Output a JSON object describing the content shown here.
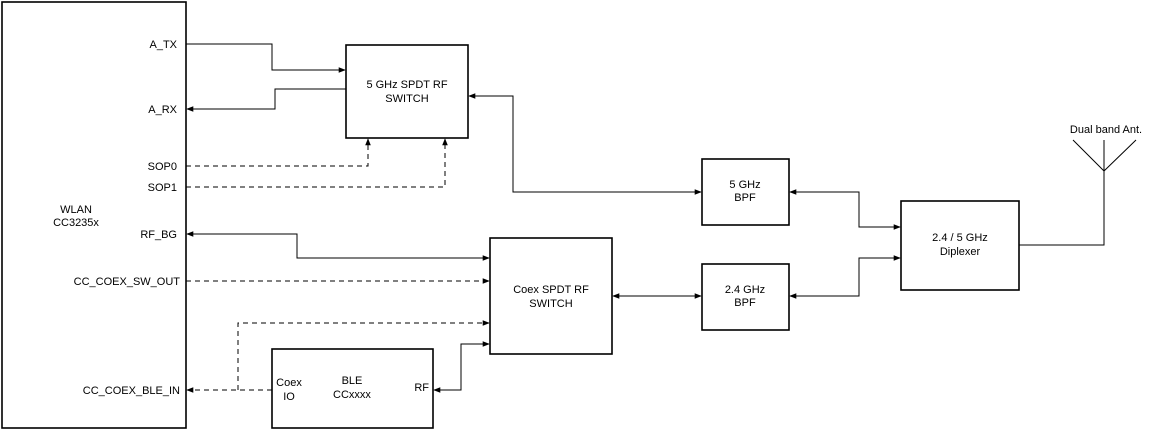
{
  "wlan": {
    "title_line1": "WLAN",
    "title_line2": "CC3235x",
    "pins": {
      "a_tx": "A_TX",
      "a_rx": "A_RX",
      "sop0": "SOP0",
      "sop1": "SOP1",
      "rf_bg": "RF_BG",
      "cc_coex_sw_out": "CC_COEX_SW_OUT",
      "cc_coex_ble_in": "CC_COEX_BLE_IN"
    }
  },
  "switch_5ghz": {
    "line1": "5 GHz SPDT RF",
    "line2": "SWITCH"
  },
  "coex_switch": {
    "line1": "Coex SPDT RF",
    "line2": "SWITCH"
  },
  "bpf_5ghz": {
    "line1": "5 GHz",
    "line2": "BPF"
  },
  "bpf_24ghz": {
    "line1": "2.4 GHz",
    "line2": "BPF"
  },
  "diplexer": {
    "line1": "2.4 / 5 GHz",
    "line2": "Diplexer"
  },
  "ble": {
    "title_line1": "BLE",
    "title_line2": "CCxxxx",
    "coex_line1": "Coex",
    "coex_line2": "IO",
    "rf": "RF"
  },
  "antenna": {
    "label": "Dual band Ant."
  }
}
